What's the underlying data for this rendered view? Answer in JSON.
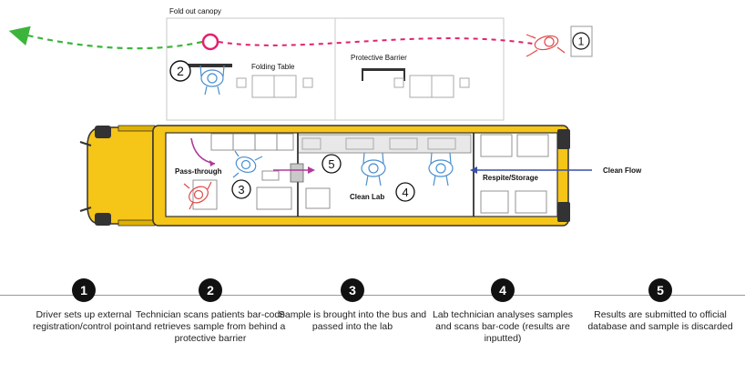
{
  "title": "",
  "labels": {
    "canopy": "Fold out canopy",
    "folding_table": "Folding Table",
    "protective_barrier": "Protective Barrier",
    "pass_through": "Pass-through",
    "clean_lab": "Clean Lab",
    "respite_storage": "Respite/Storage",
    "clean_flow": "Clean Flow"
  },
  "markers": {
    "m1": "1",
    "m2": "2",
    "m3": "3",
    "m4": "4",
    "m5": "5"
  },
  "steps": [
    {
      "number": "1",
      "text": "Driver sets up external registration/control point"
    },
    {
      "number": "2",
      "text": "Technician scans patients bar-code and retrieves sample from behind a protective barrier"
    },
    {
      "number": "3",
      "text": "Sample is brought into the bus and passed into the lab"
    },
    {
      "number": "4",
      "text": "Lab technician analyses samples and scans bar-code (results are inputted)"
    },
    {
      "number": "5",
      "text": "Results are submitted to official database and sample is discarded"
    }
  ],
  "colors": {
    "bus_yellow": "#f5c518",
    "green_flow": "#3cb43c",
    "pink_flow": "#e0226e",
    "clean_flow": "#3a4fa8",
    "pass_through": "#b03a9a",
    "figure_blue": "#4a8fd0",
    "figure_red": "#e04a4a"
  }
}
